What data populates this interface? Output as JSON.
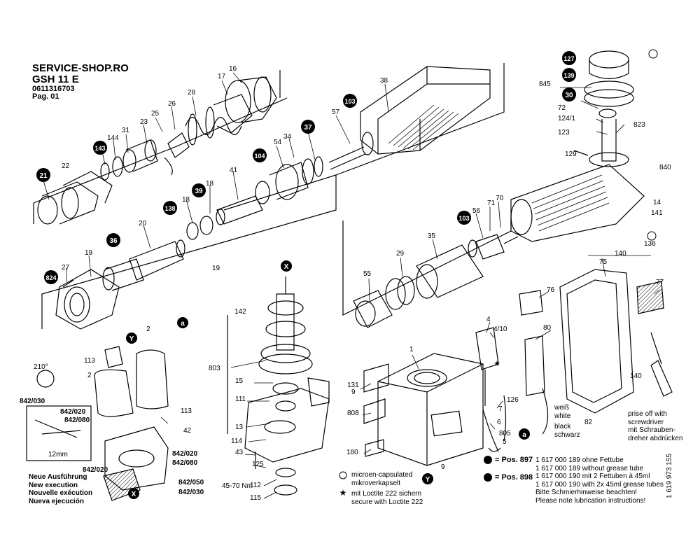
{
  "header": {
    "shop": "SERVICE-SHOP.RO",
    "model": "GSH 11 E",
    "part_number": "0611316703",
    "page": "Pag. 01"
  },
  "callouts_filled": [
    "127",
    "139",
    "30",
    "103",
    "37",
    "104",
    "143",
    "21",
    "39",
    "138",
    "36",
    "824",
    "103"
  ],
  "callouts_filled_positions_note": "",
  "labels": [
    "16",
    "17",
    "28",
    "26",
    "25",
    "23",
    "31",
    "144",
    "22",
    "38",
    "57",
    "54",
    "34",
    "41",
    "18",
    "18",
    "20",
    "19",
    "19",
    "27",
    "845",
    "72",
    "124/1",
    "123",
    "823",
    "129",
    "840",
    "14",
    "141",
    "71",
    "70",
    "56",
    "35",
    "29",
    "55",
    "136",
    "140",
    "75",
    "77",
    "76",
    "4",
    "4/10",
    "80",
    "1",
    "131",
    "9",
    "808",
    "180",
    "9",
    "126",
    "7",
    "6",
    "805",
    "5",
    "140",
    "82",
    "142",
    "803",
    "15",
    "111",
    "13",
    "114",
    "43",
    "125",
    "112",
    "115",
    "113",
    "2",
    "2",
    "113",
    "42",
    "842/020",
    "842/080",
    "842/030",
    "842/020",
    "842/080",
    "842/020",
    "842/050",
    "842/030",
    "12mm",
    "210°",
    "45-70 Nm"
  ],
  "markers": {
    "x": "X",
    "y": "Y",
    "a": "a"
  },
  "legend_left": {
    "l1": "Neue Ausführung",
    "l2": "New execution",
    "l3": "Nouvelle exécution",
    "l4": "Nueva ejecución"
  },
  "notes": {
    "micro_de": "microen-capsulated",
    "micro_en": "mikroverkapselt",
    "loctite_de": "mit Loctite 222 sichern",
    "loctite_en": "secure with Loctite 222",
    "weiss": "weiß",
    "white": "white",
    "black": "black",
    "schwarz": "schwarz",
    "prise1": "prise off with",
    "prise2": "screwdriver",
    "prise3": "mit Schrauben-",
    "prise4": "dreher abdrücken"
  },
  "pos": {
    "p897": "= Pos. 897",
    "p898": "= Pos. 898",
    "r1": "1 617 000 189 ohne Fettube",
    "r2": "1 617 000 189 without grease tube",
    "r3": "1 617 000 190 mit 2 Fettuben à 45ml",
    "r4": "1 617 000 190 with 2x 45ml grease tubes",
    "r5": "Bitte Schmierhinweise beachten!",
    "r6": "Please note lubrication instructions!"
  },
  "doc_number": "1 619 973 155"
}
